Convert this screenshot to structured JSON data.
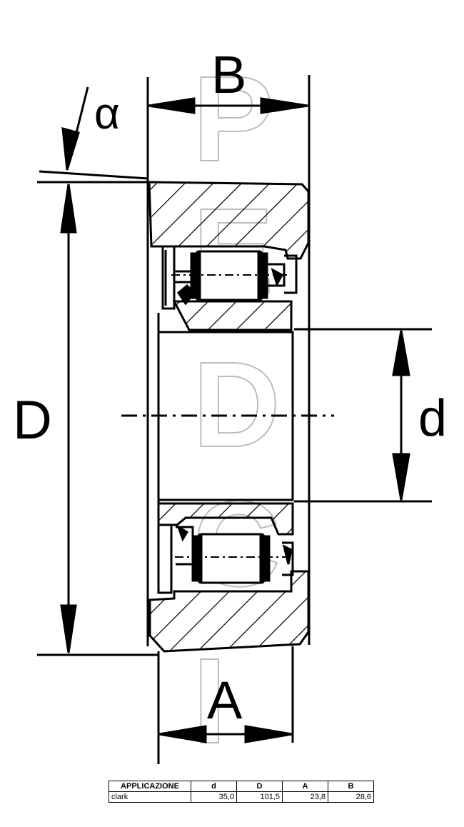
{
  "dimension_labels": {
    "B": "B",
    "alpha": "α",
    "D": "D",
    "d": "d",
    "A": "A"
  },
  "watermark_letters": [
    "P",
    "E",
    "D",
    "C",
    "I"
  ],
  "table": {
    "headers": [
      "APPLICAZIONE",
      "d",
      "D",
      "A",
      "B"
    ],
    "rows": [
      [
        "clark",
        "35,0",
        "101,5",
        "23,8",
        "28,6"
      ]
    ]
  }
}
